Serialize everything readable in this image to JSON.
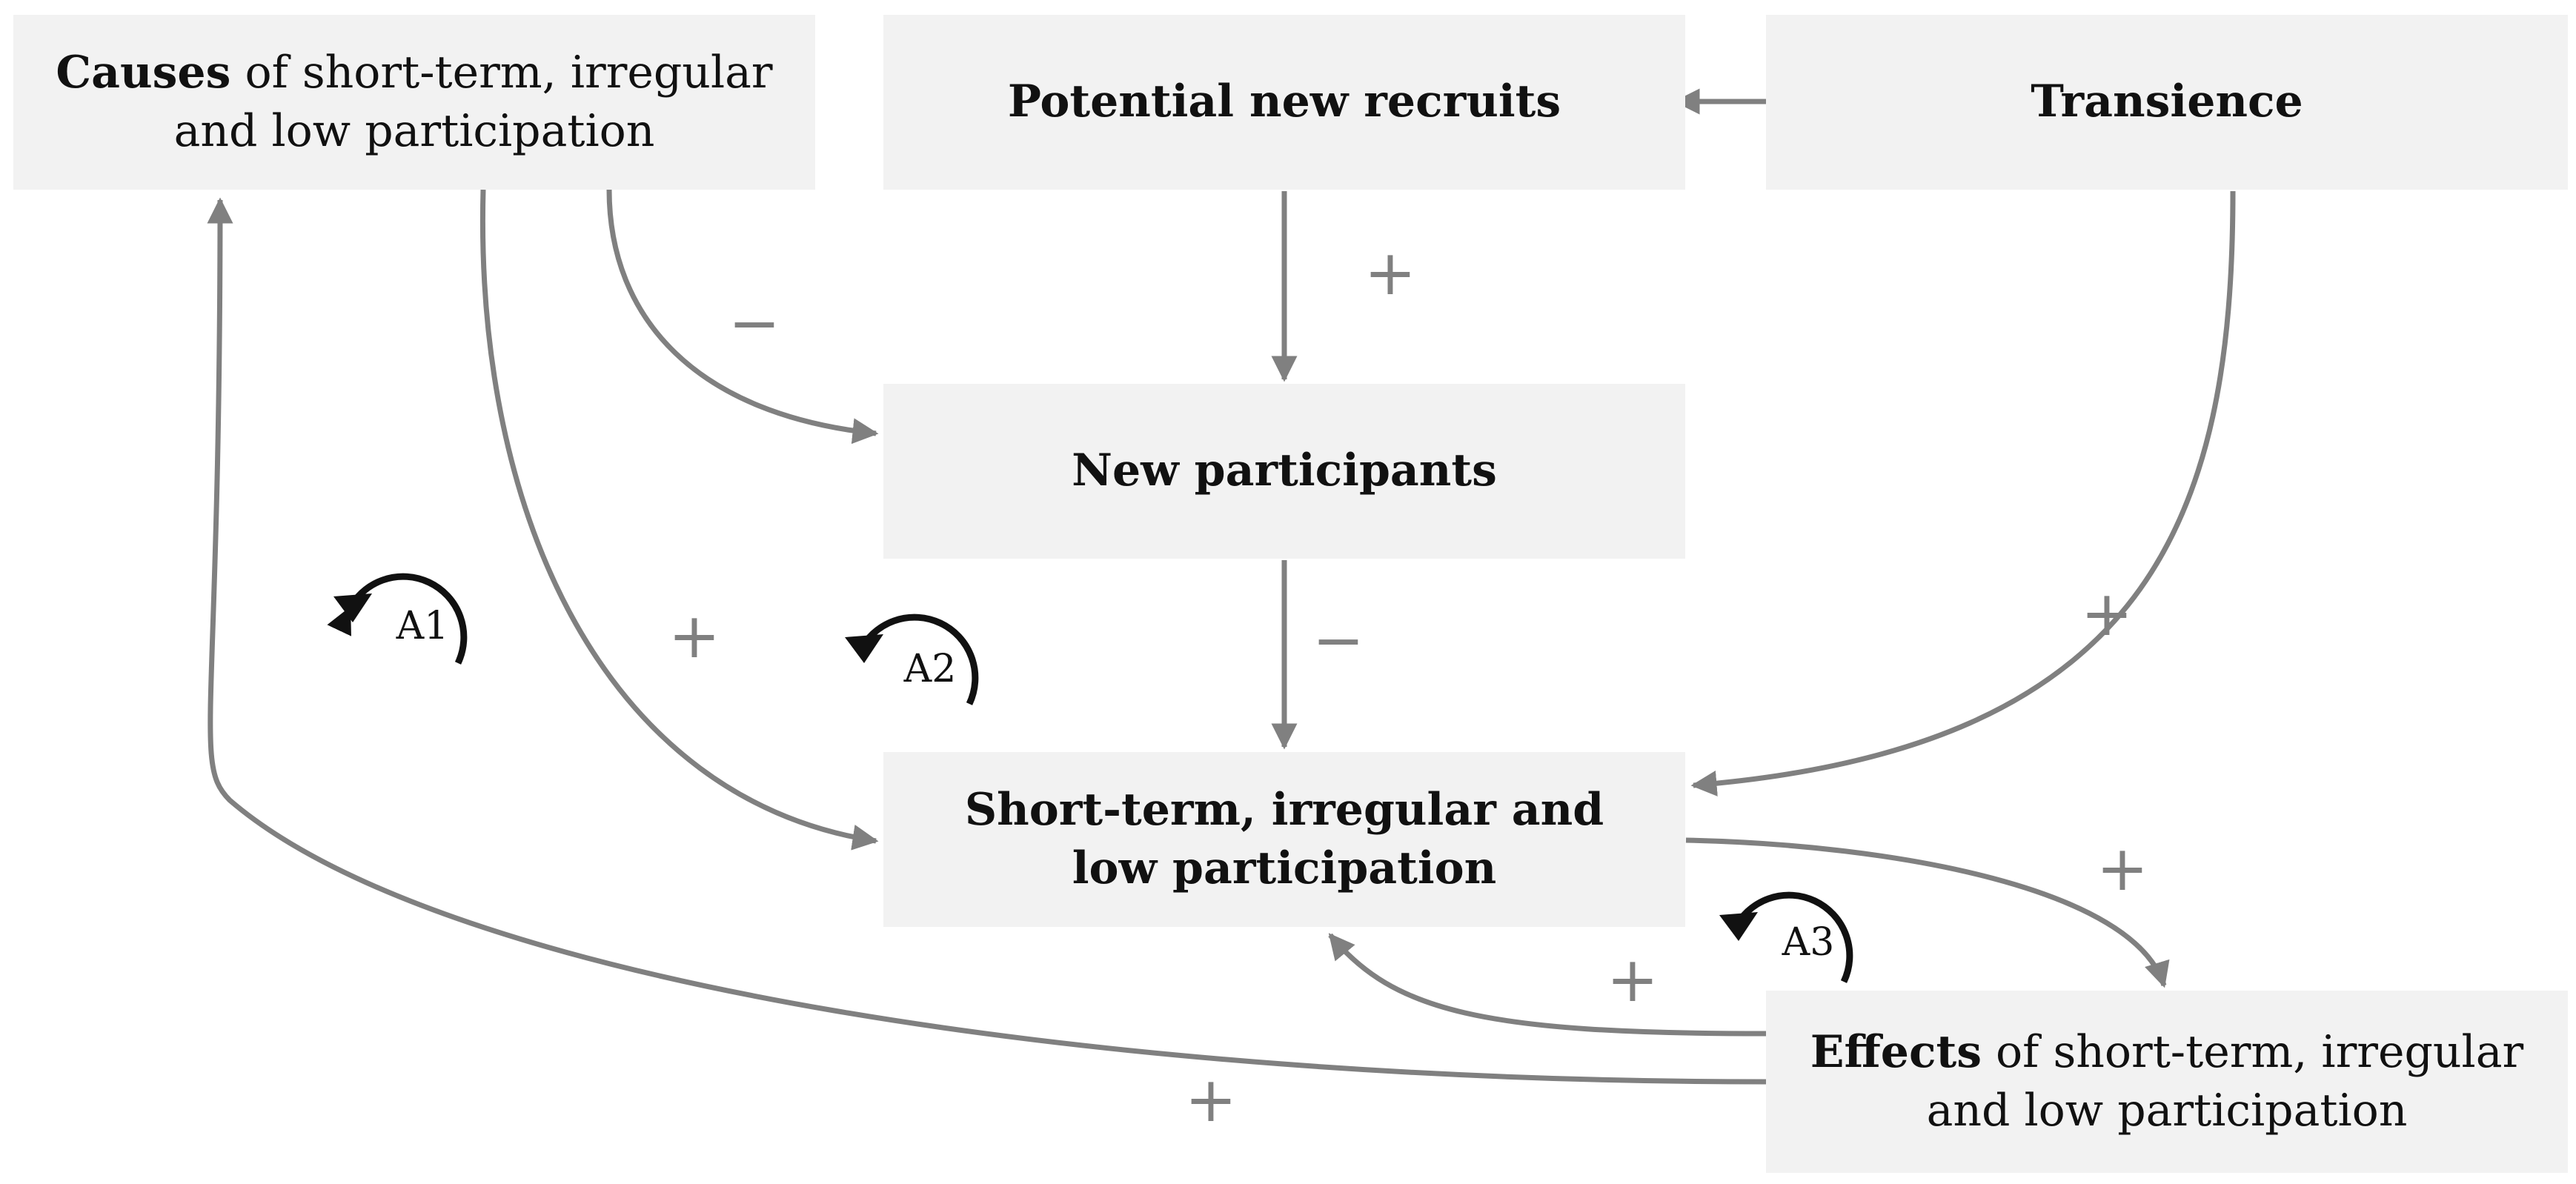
{
  "nodes": {
    "causes": {
      "bold": "Causes",
      "rest": " of short-term, irregular and low participation"
    },
    "recruits": {
      "text": "Potential new recruits"
    },
    "transience": {
      "text": "Transience"
    },
    "new_participants": {
      "text": "New participants"
    },
    "short_term": {
      "text": "Short-term, irregular and low participation"
    },
    "effects": {
      "bold": "Effects",
      "rest": " of short-term, irregular and low participation"
    }
  },
  "polarities": {
    "recruits_to_new": "+",
    "causes_to_new": "−",
    "causes_to_short": "+",
    "new_to_short": "−",
    "transience_to_short": "+",
    "short_to_effects": "+",
    "effects_to_short": "+",
    "effects_to_causes": "+"
  },
  "loops": {
    "a1": "A1",
    "a2": "A2",
    "a3": "A3"
  },
  "colors": {
    "node_fill": "#f2f2f2",
    "edge": "#808080",
    "loop_arrow": "#111111"
  }
}
